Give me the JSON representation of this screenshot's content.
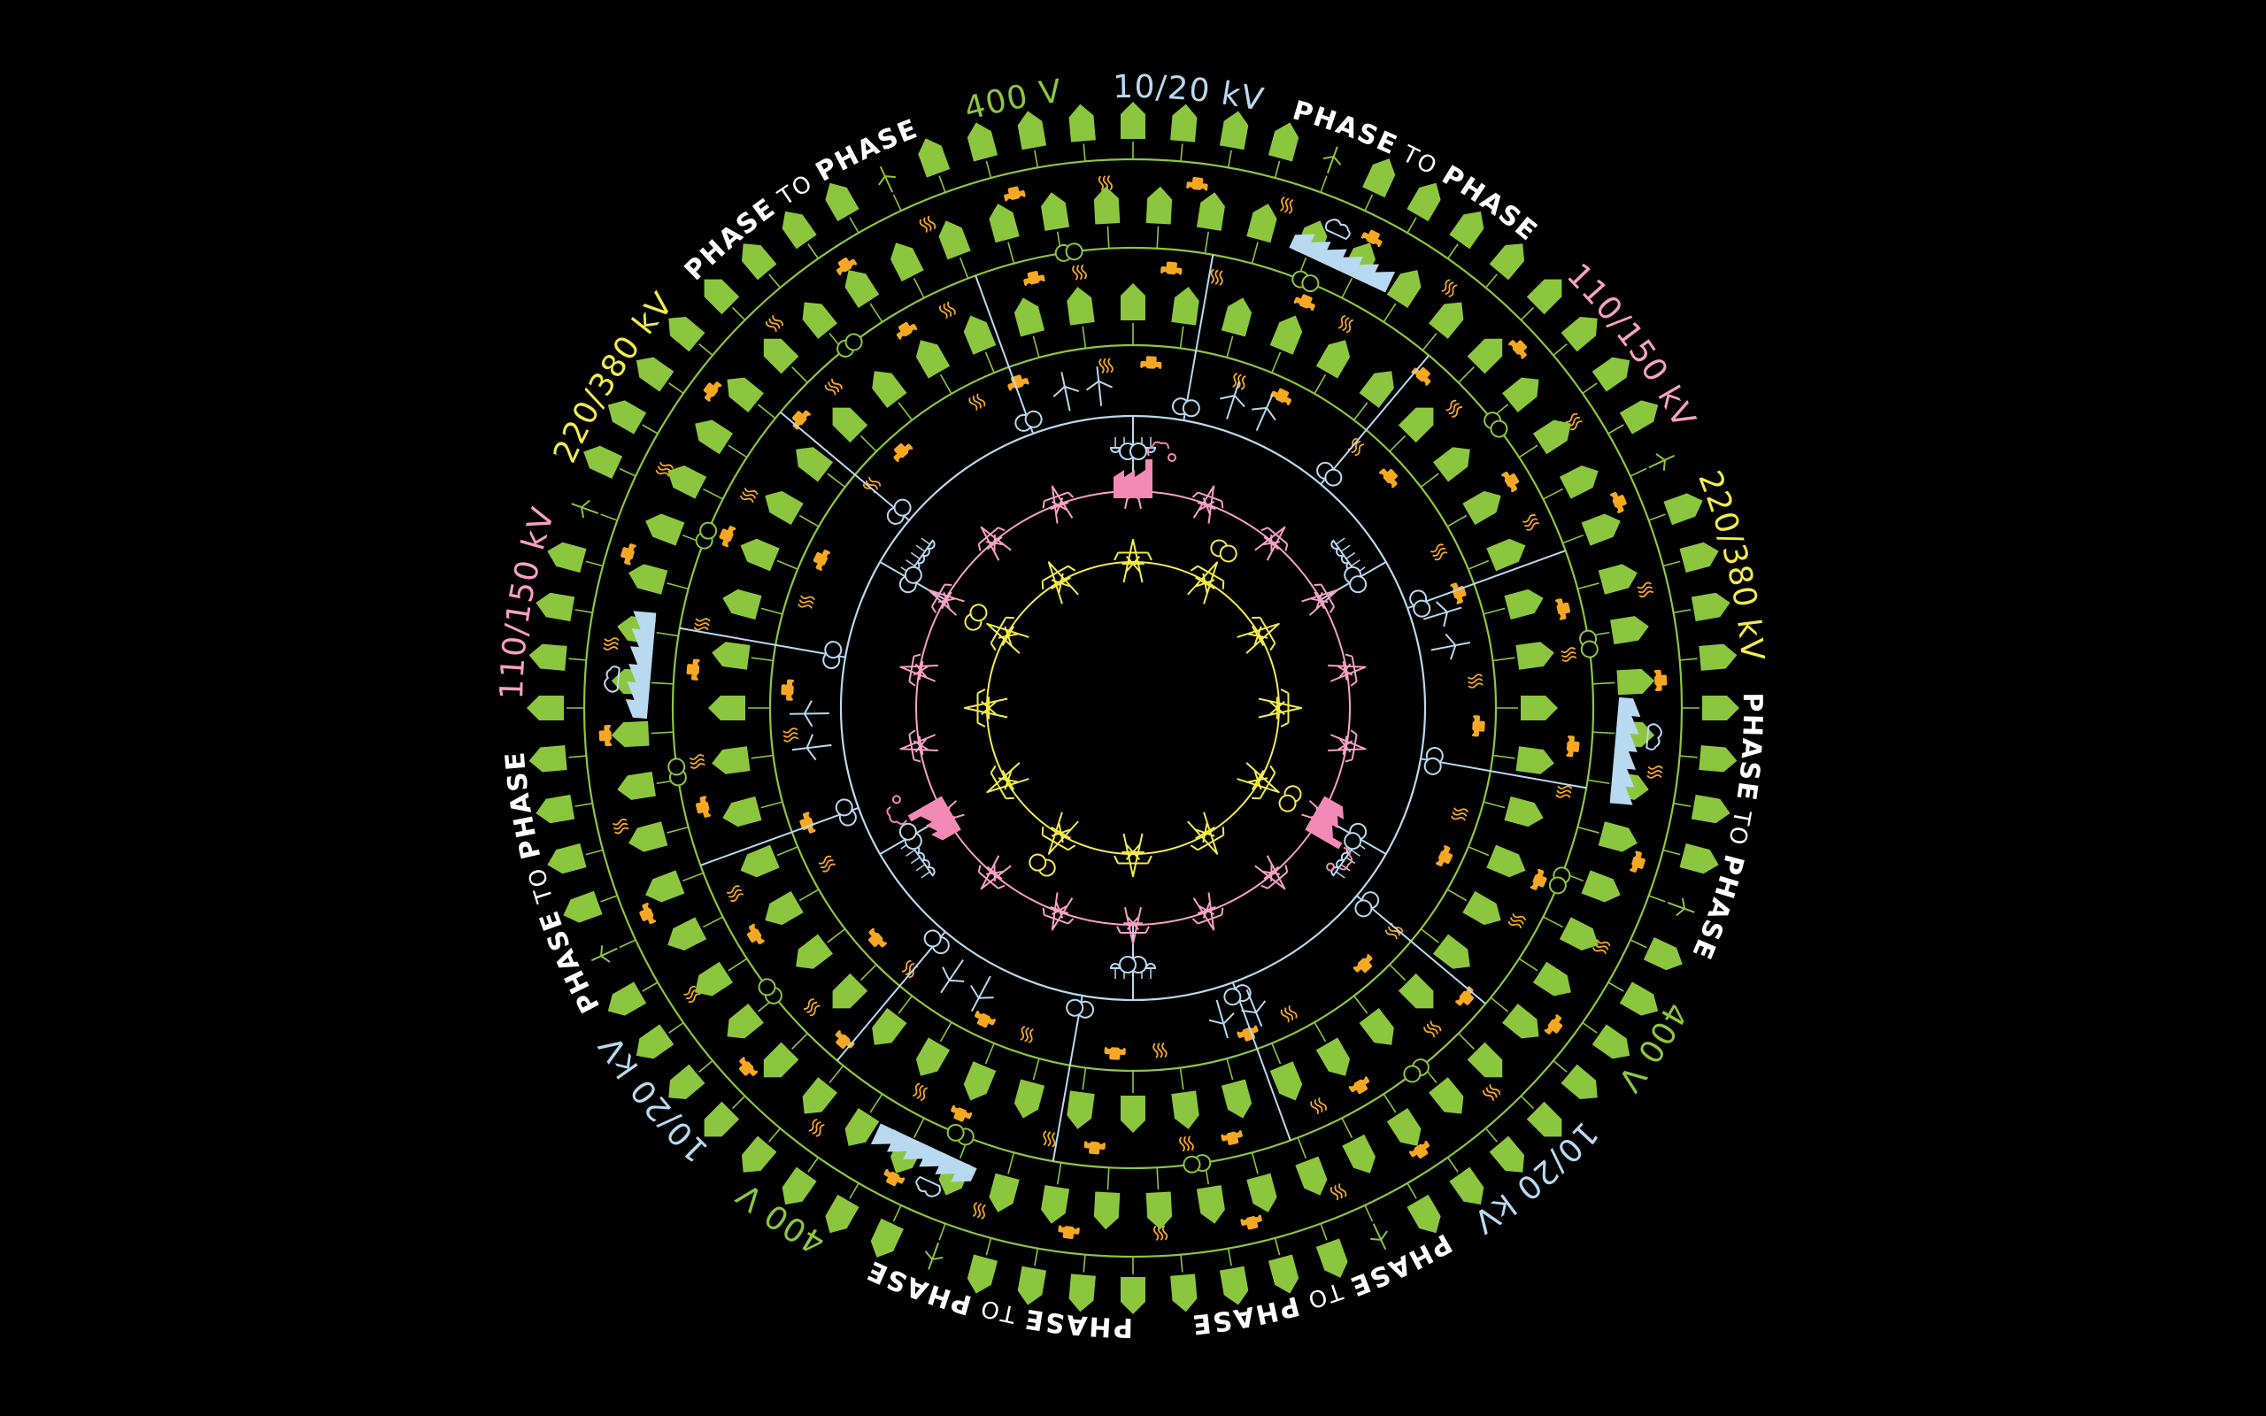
{
  "colors": {
    "background": "#000000",
    "phase": "#ffffff",
    "low_voltage": "#8cc63f",
    "medium_voltage": "#b8d9f0",
    "high_voltage": "#f7a1c4",
    "extra_high_voltage": "#f3ec4b",
    "vehicle": "#f7a823",
    "heat": "#f7a823",
    "factory": "#f28ab5",
    "industry": "#b8d9f0"
  },
  "ring_labels": [
    {
      "kind": "phase",
      "word1": "PHASE",
      "to": "TO",
      "word2": "PHASE"
    },
    {
      "kind": "voltage",
      "text": "400 V",
      "level": "low_voltage"
    },
    {
      "kind": "voltage",
      "text": "10/20 kV",
      "level": "medium_voltage"
    },
    {
      "kind": "phase",
      "word1": "PHASE",
      "to": "TO",
      "word2": "PHASE"
    },
    {
      "kind": "voltage",
      "text": "110/150 kV",
      "level": "high_voltage"
    },
    {
      "kind": "voltage",
      "text": "220/380 kV",
      "level": "extra_high_voltage"
    },
    {
      "kind": "phase",
      "word1": "PHASE",
      "to": "TO",
      "word2": "PHASE"
    },
    {
      "kind": "voltage",
      "text": "400 V",
      "level": "low_voltage"
    },
    {
      "kind": "voltage",
      "text": "10/20 kV",
      "level": "medium_voltage"
    },
    {
      "kind": "phase",
      "word1": "PHASE",
      "to": "TO",
      "word2": "PHASE"
    },
    {
      "kind": "voltage",
      "text": "110/150 kV",
      "level": "high_voltage"
    },
    {
      "kind": "voltage",
      "text": "220/380 kV",
      "level": "extra_high_voltage"
    },
    {
      "kind": "phase",
      "word1": "PHASE",
      "to": "TO",
      "word2": "PHASE"
    },
    {
      "kind": "voltage",
      "text": "400 V",
      "level": "low_voltage"
    },
    {
      "kind": "voltage",
      "text": "10/20 kV",
      "level": "medium_voltage"
    },
    {
      "kind": "phase",
      "word1": "PHASE",
      "to": "TO",
      "word2": "PHASE"
    },
    {
      "kind": "voltage",
      "text": "110/150 kV",
      "level": "high_voltage"
    },
    {
      "kind": "voltage",
      "text": "220/380 kV",
      "level": "extra_high_voltage"
    }
  ],
  "icons": {
    "house": "house-icon",
    "car": "car-icon",
    "heat": "heat-icon",
    "wind_turbine": "wind-turbine-icon",
    "transformer": "transformer-icon",
    "pylon": "pylon-icon",
    "factory": "factory-icon",
    "industry": "industry-icon"
  }
}
